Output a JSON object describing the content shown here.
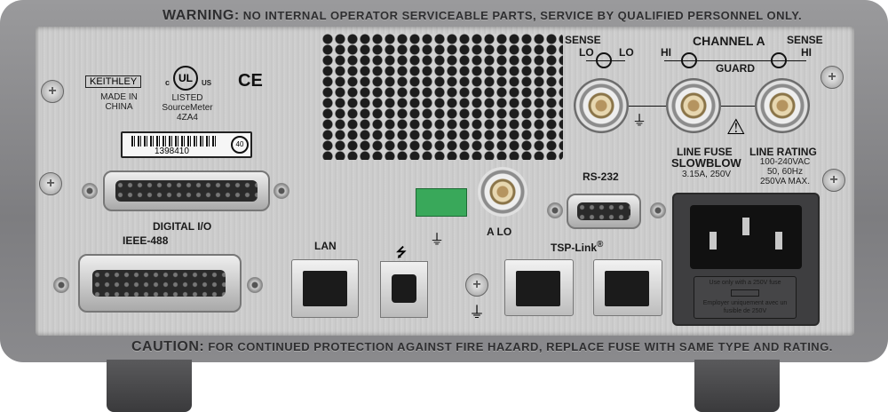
{
  "warning": {
    "lead": "WARNING:",
    "text": "NO INTERNAL OPERATOR SERVICEABLE PARTS, SERVICE BY QUALIFIED PERSONNEL ONLY."
  },
  "caution": {
    "lead": "CAUTION:",
    "text": "FOR CONTINUED PROTECTION AGAINST FIRE HAZARD, REPLACE FUSE WITH SAME TYPE AND RATING."
  },
  "brand": {
    "logo": "KEITHLEY",
    "origin": "MADE IN CHINA"
  },
  "certs": {
    "ul": "UL",
    "ul_c": "c",
    "ul_us": "US",
    "listed": "LISTED",
    "product": "SourceMeter",
    "code": "4ZA4",
    "ce": "CE"
  },
  "serial_label": {
    "number": "1398410",
    "badge": "40"
  },
  "channel": {
    "title": "CHANNEL A",
    "sense_lo": "SENSE",
    "lo1": "LO",
    "lo2": "LO",
    "hi": "HI",
    "sense_hi": "SENSE",
    "hi2": "HI",
    "guard": "GUARD"
  },
  "fuse": {
    "title": "LINE FUSE",
    "type": "SLOWBLOW",
    "rating": "3.15A, 250V"
  },
  "line_rating": {
    "title": "LINE RATING",
    "voltage": "100-240VAC",
    "freq": "50, 60Hz",
    "power": "250VA MAX."
  },
  "ports": {
    "digital_io": "DIGITAL I/O",
    "ieee": "IEEE-488",
    "lan": "LAN",
    "rs232": "RS-232",
    "tsp_link": "TSP-Link",
    "tsp_reg": "®",
    "a_lo": "A LO"
  },
  "power_inlet": {
    "fuse_note_1": "Use only with a 250V fuse",
    "fuse_note_2": "Employer uniquement avec un fusible de 250V"
  }
}
